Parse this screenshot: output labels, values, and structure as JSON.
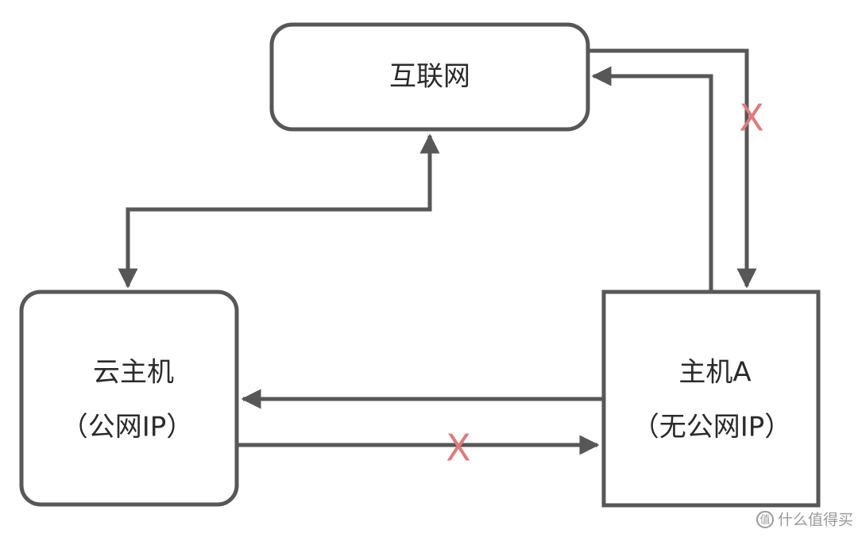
{
  "colors": {
    "stroke": "#575757",
    "text": "#2b2b2b",
    "blocked_mark": "#e07b7b",
    "watermark": "#9a9a9a"
  },
  "nodes": {
    "internet": {
      "label": "互联网"
    },
    "cloud_host": {
      "line1": "云主机",
      "line2": "（公网IP）"
    },
    "host_a": {
      "line1": "主机A",
      "line2": "（无公网IP）"
    }
  },
  "edges": [
    {
      "from": "cloud_host",
      "to": "internet",
      "bidirectional": true,
      "blocked": false
    },
    {
      "from": "host_a",
      "to": "internet",
      "blocked": false
    },
    {
      "from": "internet",
      "to": "host_a",
      "blocked": true
    },
    {
      "from": "host_a",
      "to": "cloud_host",
      "blocked": false
    },
    {
      "from": "cloud_host",
      "to": "host_a",
      "blocked": true
    }
  ],
  "blocked_mark": "X",
  "watermark": {
    "icon": "smzdm-logo-icon",
    "text": "什么值得买"
  }
}
